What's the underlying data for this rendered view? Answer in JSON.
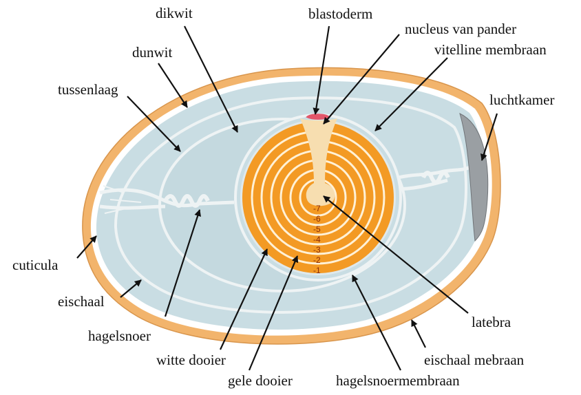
{
  "labels": {
    "dikwit": "dikwit",
    "blastoderm": "blastoderm",
    "nucleus_van_pander": "nucleus van pander",
    "dunwit": "dunwit",
    "vitelline_membraan": "vitelline membraan",
    "tussenlaag": "tussenlaag",
    "luchtkamer": "luchtkamer",
    "cuticula": "cuticula",
    "eischaal": "eischaal",
    "hagelsnoer": "hagelsnoer",
    "latebra": "latebra",
    "witte_dooier": "witte dooier",
    "eischaal_mebraan": "eischaal mebraan",
    "gele_dooier": "gele dooier",
    "hagelsnoermembraan": "hagelsnoermembraan"
  },
  "yolk_ring_numbers": [
    "-7",
    "-6",
    "-5",
    "-4",
    "-3",
    "-2",
    "-1"
  ],
  "colors": {
    "shell": "#f2b46c",
    "albumen": "#c9dde3",
    "membrane_line": "#eef3f4",
    "yolk": "#f39a24",
    "yolk_rings": "#fff1d6",
    "latebra": "#f7deb0",
    "blastoderm": "#e2566a",
    "air_cell": "#9a9fa3",
    "arrow": "#111111"
  }
}
